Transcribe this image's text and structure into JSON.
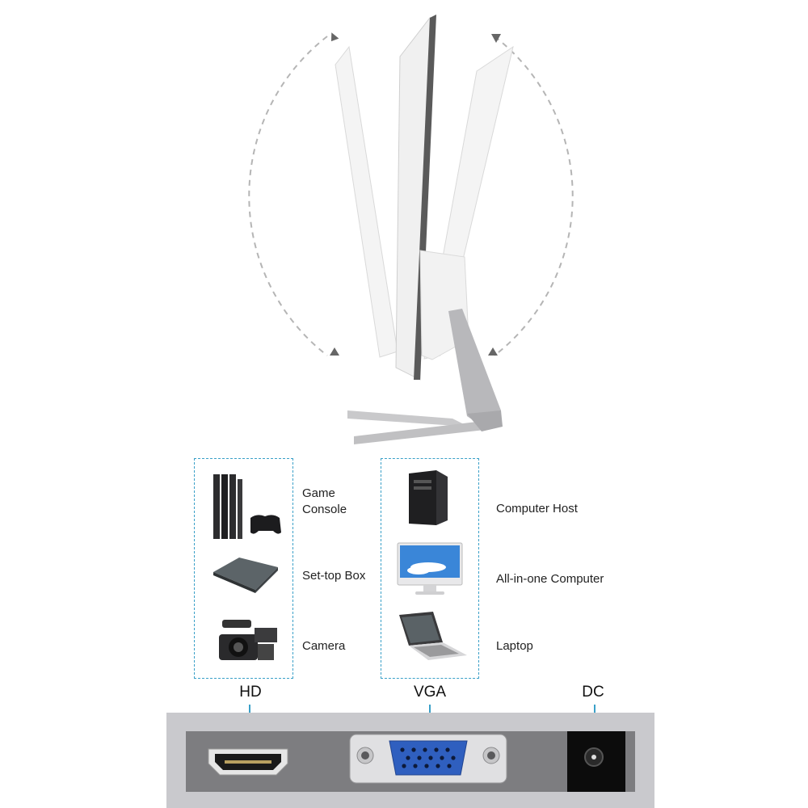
{
  "colors": {
    "accent": "#3aa0c8",
    "panel": "#7d7d80",
    "vga_blue": "#2f5fbf"
  },
  "hd_group": {
    "items": [
      {
        "label_line1": "Game",
        "label_line2": "Console",
        "icon": "game-console-icon"
      },
      {
        "label": "Set-top Box",
        "icon": "set-top-box-icon"
      },
      {
        "label": "Camera",
        "icon": "camera-icon"
      }
    ]
  },
  "vga_group": {
    "items": [
      {
        "label": "Computer Host",
        "icon": "computer-host-icon"
      },
      {
        "label": "All-in-one Computer",
        "icon": "all-in-one-computer-icon"
      },
      {
        "label": "Laptop",
        "icon": "laptop-icon"
      }
    ]
  },
  "ports": {
    "hd": "HD",
    "vga": "VGA",
    "dc": "DC"
  }
}
